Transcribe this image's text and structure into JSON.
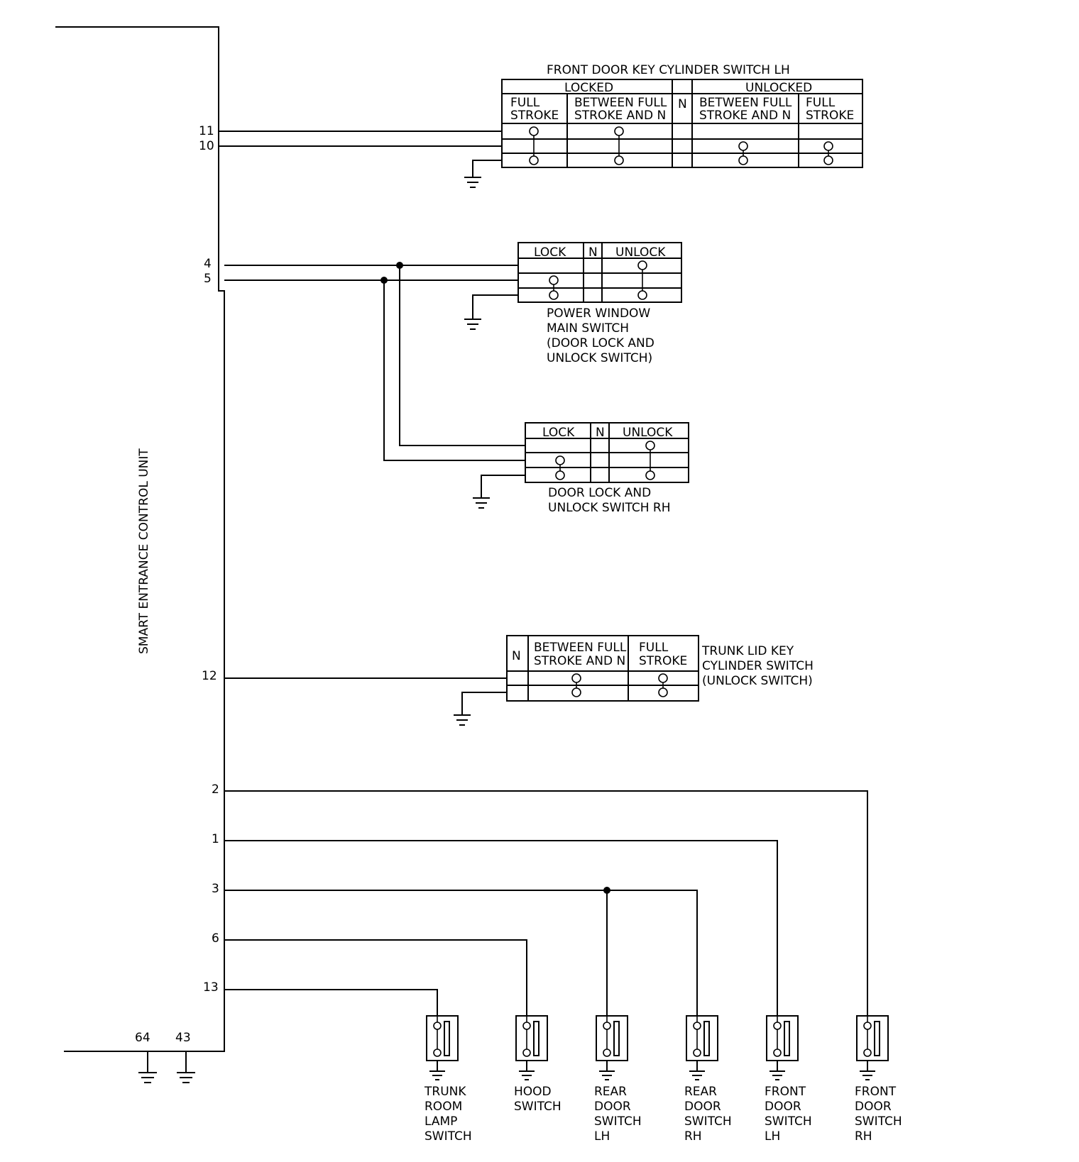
{
  "unit": {
    "name": "SMART ENTRANCE CONTROL UNIT",
    "pins": {
      "p11": "11",
      "p10": "10",
      "p4": "4",
      "p5": "5",
      "p12": "12",
      "p2": "2",
      "p1": "1",
      "p3": "3",
      "p6": "6",
      "p13": "13",
      "p64": "64",
      "p43": "43"
    }
  },
  "front_key_switch": {
    "title": "FRONT DOOR KEY CYLINDER SWITCH LH",
    "locked": "LOCKED",
    "unlocked": "UNLOCKED",
    "n": "N",
    "col1": [
      "FULL",
      "STROKE"
    ],
    "col2": [
      "BETWEEN FULL",
      "STROKE AND N"
    ],
    "col4": [
      "BETWEEN FULL",
      "STROKE AND N"
    ],
    "col5": [
      "FULL",
      "STROKE"
    ]
  },
  "power_window_switch": {
    "lock": "LOCK",
    "n": "N",
    "unlock": "UNLOCK",
    "label": [
      "POWER WINDOW",
      "MAIN SWITCH",
      "(DOOR LOCK AND",
      "UNLOCK SWITCH)"
    ]
  },
  "door_lock_switch_rh": {
    "lock": "LOCK",
    "n": "N",
    "unlock": "UNLOCK",
    "label": [
      "DOOR LOCK AND",
      "UNLOCK SWITCH RH"
    ]
  },
  "trunk_key_switch": {
    "n": "N",
    "col2": [
      "BETWEEN FULL",
      "STROKE AND N"
    ],
    "col3": [
      "FULL",
      "STROKE"
    ],
    "label": [
      "TRUNK LID KEY",
      "CYLINDER SWITCH",
      "(UNLOCK SWITCH)"
    ]
  },
  "door_switches": [
    {
      "label": [
        "TRUNK",
        "ROOM",
        "LAMP",
        "SWITCH"
      ]
    },
    {
      "label": [
        "HOOD",
        "SWITCH"
      ]
    },
    {
      "label": [
        "REAR",
        "DOOR",
        "SWITCH",
        "LH"
      ]
    },
    {
      "label": [
        "REAR",
        "DOOR",
        "SWITCH",
        "RH"
      ]
    },
    {
      "label": [
        "FRONT",
        "DOOR",
        "SWITCH",
        "LH"
      ]
    },
    {
      "label": [
        "FRONT",
        "DOOR",
        "SWITCH",
        "RH"
      ]
    }
  ]
}
